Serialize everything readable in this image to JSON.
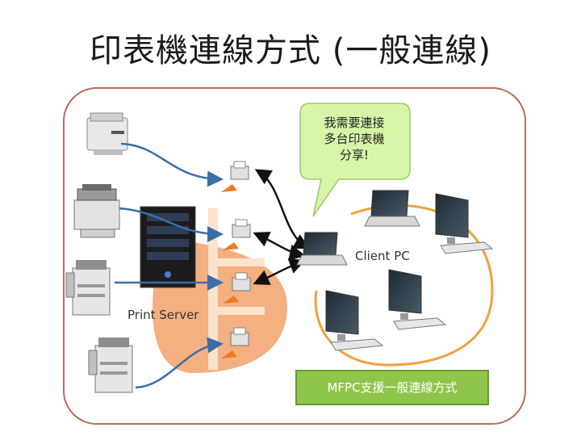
{
  "slide": {
    "title": "印表機連線方式 (一般連線)",
    "callout_lines": [
      "我需要連接",
      "多台印表機",
      "分享!"
    ],
    "client_label": "Client PC",
    "server_label": "Print Server",
    "note": "MFPC支援一般連線方式"
  },
  "colors": {
    "frame": "#b86c5a",
    "server_zone": "#f4b080",
    "client_ring": "#f0a040",
    "callout_fill": "#d6f5a8",
    "note_fill": "#8fc54a",
    "link_blue": "#3a6ea8",
    "link_black": "#111111"
  }
}
